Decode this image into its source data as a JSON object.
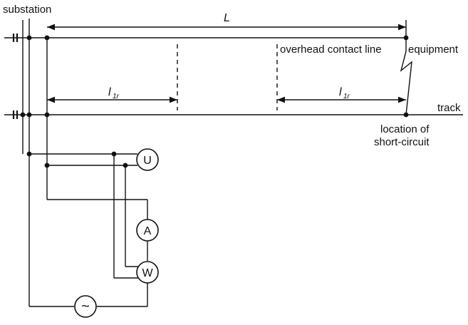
{
  "diagram": {
    "labels": {
      "substation": "substation",
      "length_symbol": "L",
      "overhead_line": "overhead contact line",
      "equipment": "equipment",
      "track": "track",
      "location_line1": "location of",
      "location_line2": "short-circuit",
      "left_length_main": "l",
      "left_length_sub": "1r",
      "right_length_main": "l",
      "right_length_sub": "1r"
    },
    "meters": {
      "voltmeter": "U",
      "ammeter": "A",
      "wattmeter": "W"
    },
    "source_symbol": "~"
  }
}
